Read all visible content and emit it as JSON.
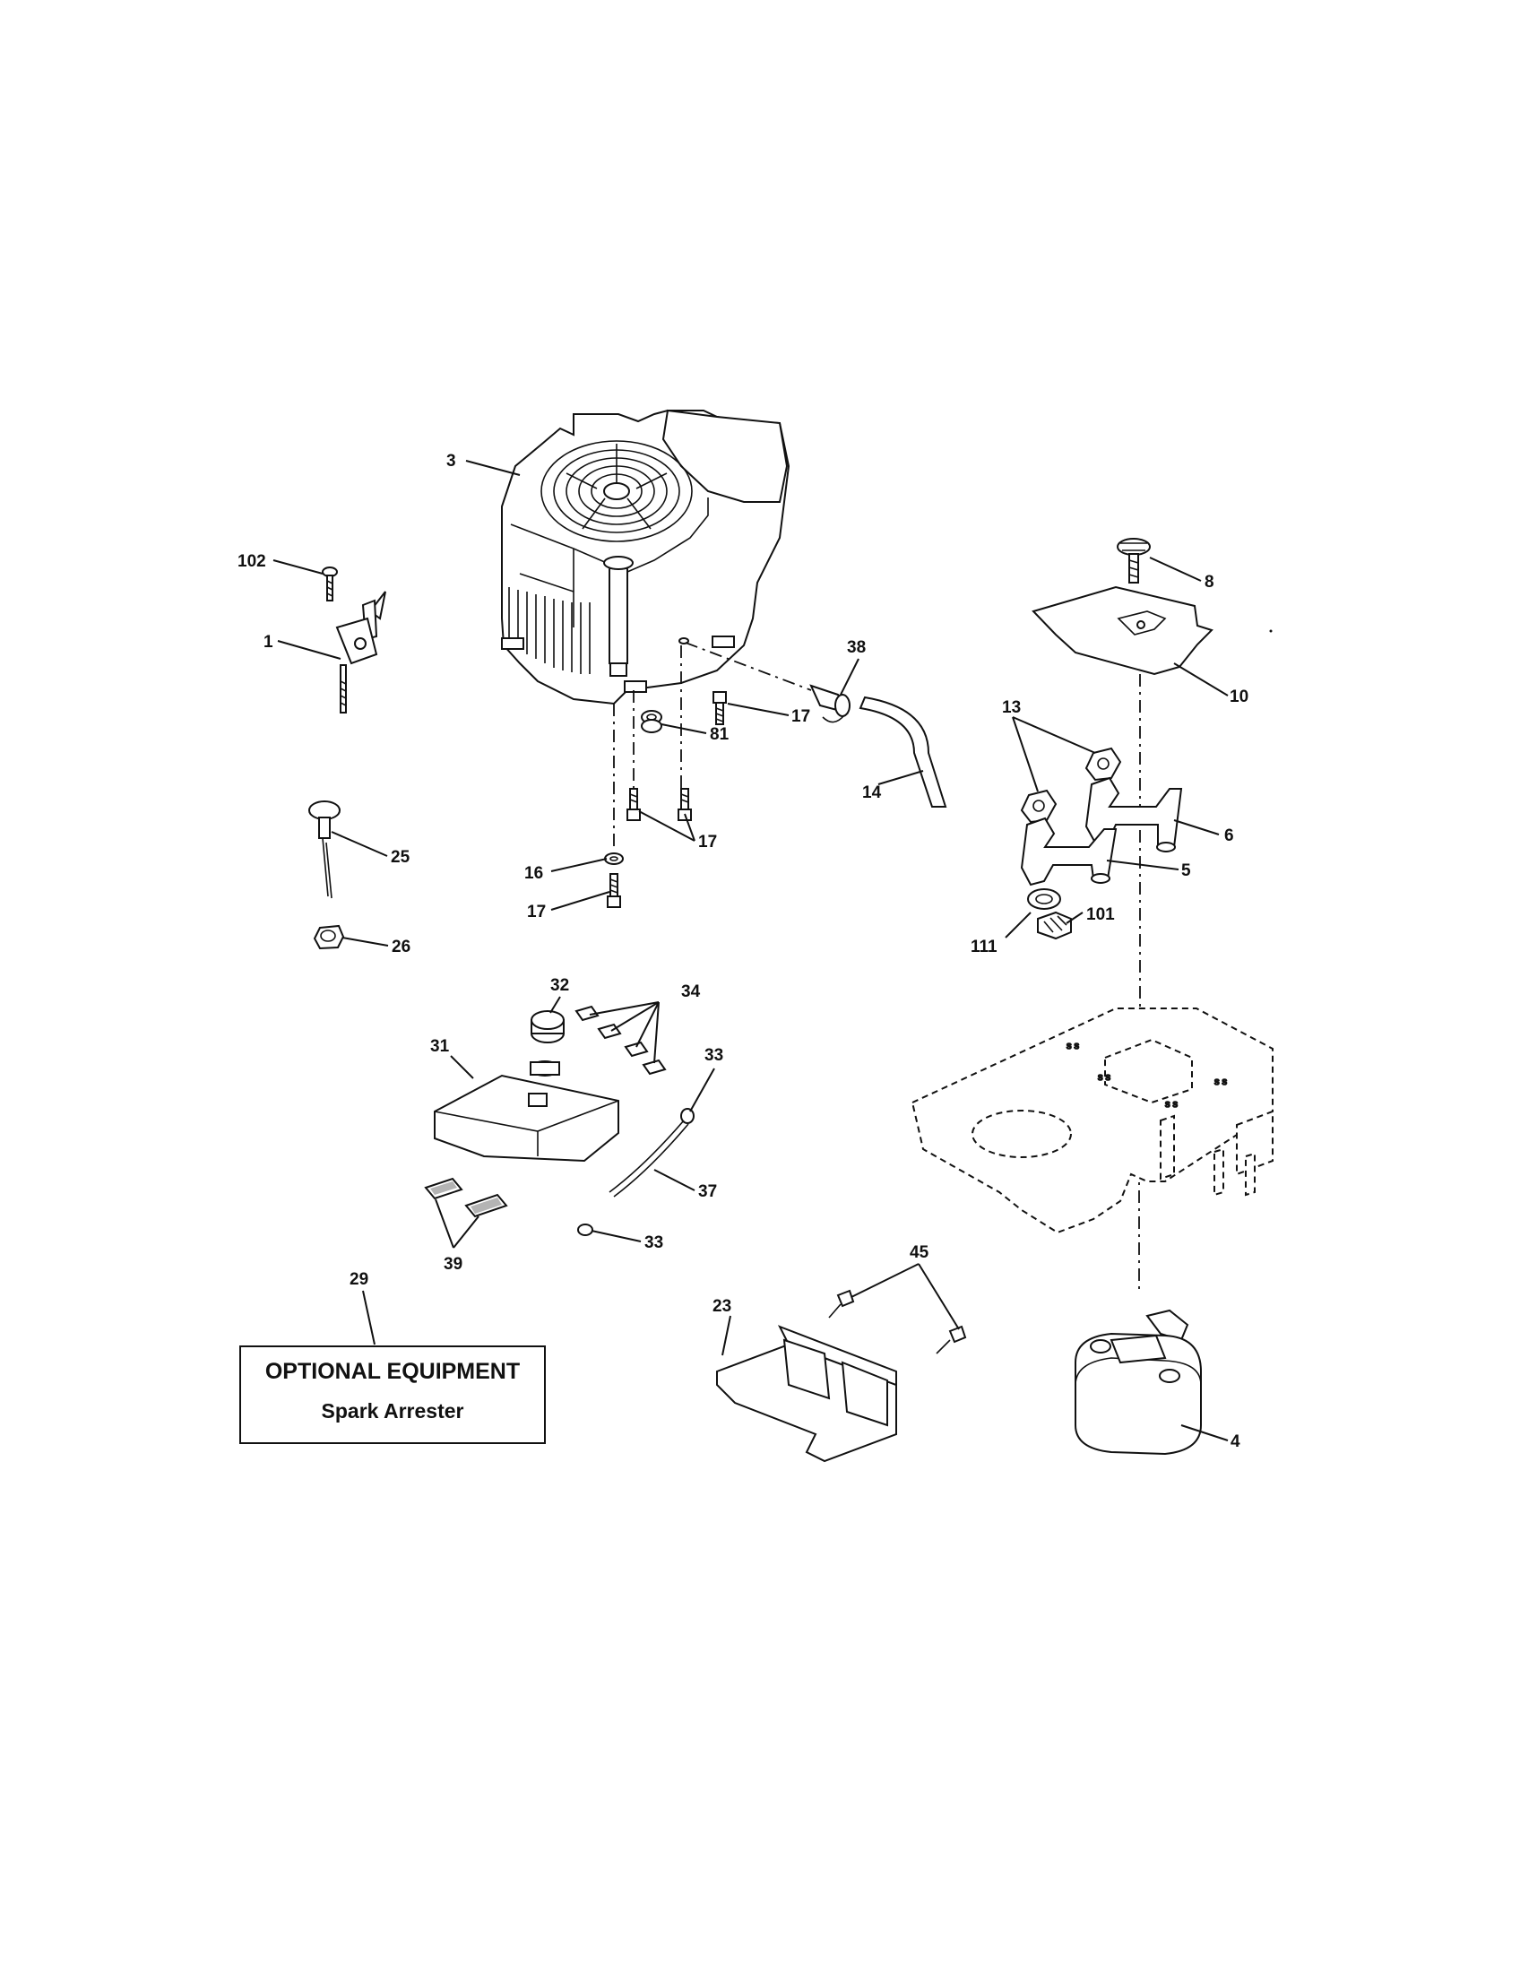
{
  "callouts": {
    "c3": "3",
    "c102": "102",
    "c1": "1",
    "c8": "8",
    "c10": "10",
    "c38": "38",
    "c17a": "17",
    "c81": "81",
    "c14": "14",
    "c13": "13",
    "c6": "6",
    "c5": "5",
    "c17b": "17",
    "c16": "16",
    "c17c": "17",
    "c25": "25",
    "c26": "26",
    "c111": "111",
    "c101": "101",
    "c32": "32",
    "c34": "34",
    "c31": "31",
    "c33a": "33",
    "c37": "37",
    "c33b": "33",
    "c39": "39",
    "c29": "29",
    "c45": "45",
    "c23": "23",
    "c4": "4"
  },
  "optional_box": {
    "title": "OPTIONAL EQUIPMENT",
    "subtitle": "Spark Arrester"
  }
}
